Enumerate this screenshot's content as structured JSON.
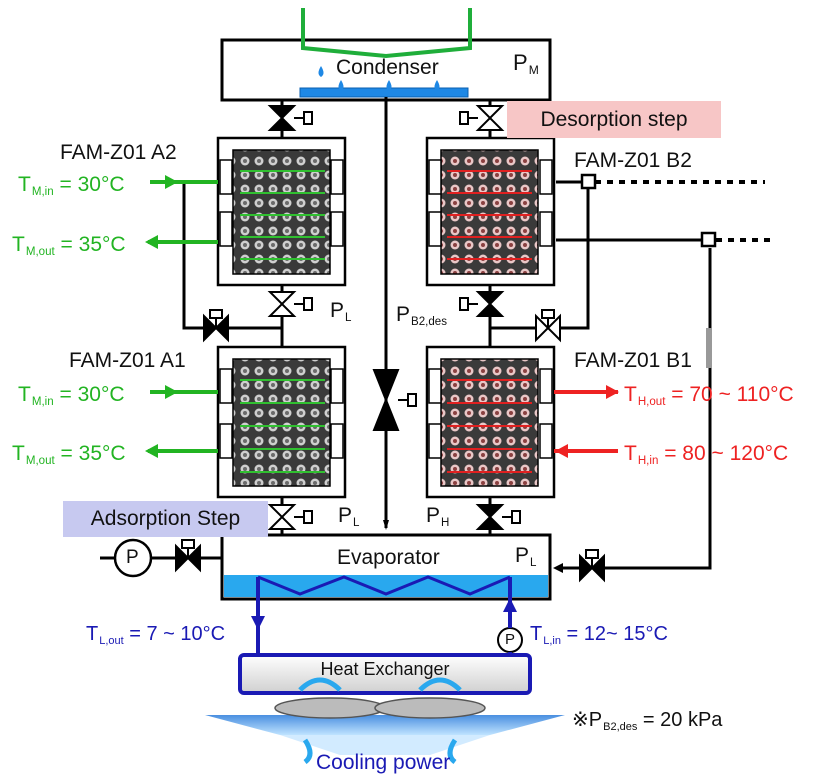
{
  "condenser": {
    "label": "Condenser",
    "pressure": "P",
    "pressure_sub": "M"
  },
  "evaporator": {
    "label": "Evaporator",
    "pressure": "P",
    "pressure_sub": "L"
  },
  "desorption_step": "Desorption step",
  "adsorption_step": "Adsorption Step",
  "units": {
    "a2": "FAM-Z01 A2",
    "a1": "FAM-Z01 A1",
    "b2": "FAM-Z01 B2",
    "b1": "FAM-Z01 B1"
  },
  "valve_labels": {
    "pl_upper": {
      "main": "P",
      "sub": "L"
    },
    "pb2des": {
      "main": "P",
      "sub": "B2,des"
    },
    "pl_lower": {
      "main": "P",
      "sub": "L"
    },
    "ph": {
      "main": "P",
      "sub": "H"
    }
  },
  "temperatures": {
    "a2_in": {
      "symbol": "T",
      "sub": "M,in",
      "value": " = 30°C"
    },
    "a2_out": {
      "symbol": "T",
      "sub": "M,out",
      "value": " = 35°C"
    },
    "a1_in": {
      "symbol": "T",
      "sub": "M,in",
      "value": " = 30°C"
    },
    "a1_out": {
      "symbol": "T",
      "sub": "M,out",
      "value": " = 35°C"
    },
    "b1_out": {
      "symbol": "T",
      "sub": "H,out",
      "value": " = 70 ~ 110°C"
    },
    "b1_in": {
      "symbol": "T",
      "sub": "H,in",
      "value": " = 80 ~ 120°C"
    },
    "chilled_out": {
      "symbol": "T",
      "sub": "L,out",
      "value": " = 7 ~ 10°C"
    },
    "chilled_in": {
      "symbol": "T",
      "sub": "L,in",
      "value": " = 12~ 15°C"
    }
  },
  "pump_symbol": "P",
  "heat_exchanger": "Heat Exchanger",
  "cooling_power": "Cooling power",
  "footnote": {
    "mark": "※",
    "symbol": "P",
    "sub": "B2,des",
    "value": " = 20 kPa"
  },
  "colors": {
    "cooling_water": "#22b422",
    "hot_water": "#ee2222",
    "chilled_water": "#1a1ab4",
    "desorption_bg": "#f7c6c6",
    "adsorption_bg": "#c7c9f0",
    "water_fill": "#1e88e5"
  }
}
